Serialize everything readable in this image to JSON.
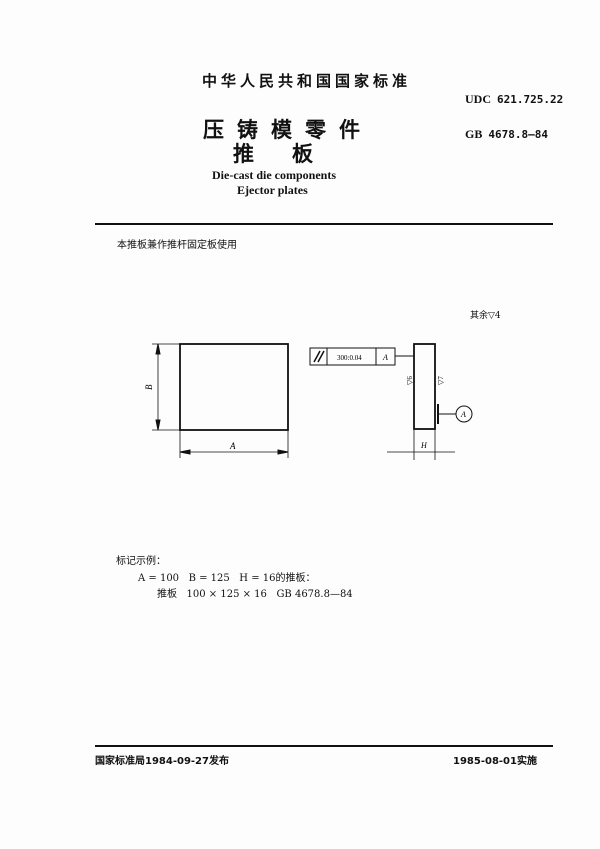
{
  "header": {
    "organization": "中华人民共和国国家标准",
    "udc_label": "UDC",
    "udc_number": "621.725.22",
    "gb_label": "GB",
    "gb_number": "4678.8—84",
    "title_cn_line1": "压铸模零件",
    "title_cn_line2": "推板",
    "title_en_line1": "Die-cast die components",
    "title_en_line2": "Ejector plates"
  },
  "body": {
    "note": "本推板兼作推杆固定板使用",
    "surface_rest": "其余▽4"
  },
  "drawing": {
    "front_view": {
      "dim_width_label": "A",
      "dim_height_label": "B"
    },
    "side_view": {
      "dim_thickness_label": "H",
      "tolerance_frame": {
        "symbol": "//",
        "value": "300:0.04",
        "datum": "A"
      },
      "datum_label": "A",
      "roughness_left": "▽6",
      "roughness_right": "▽7"
    }
  },
  "marking_example": {
    "title": "标记示例：",
    "line1": "A = 100   B = 125   H = 16的推板：",
    "line2": "推板   100 × 125 × 16   GB 4678.8—84"
  },
  "footer": {
    "issued": "国家标准局1984-09-27发布",
    "effective": "1985-08-01实施"
  }
}
